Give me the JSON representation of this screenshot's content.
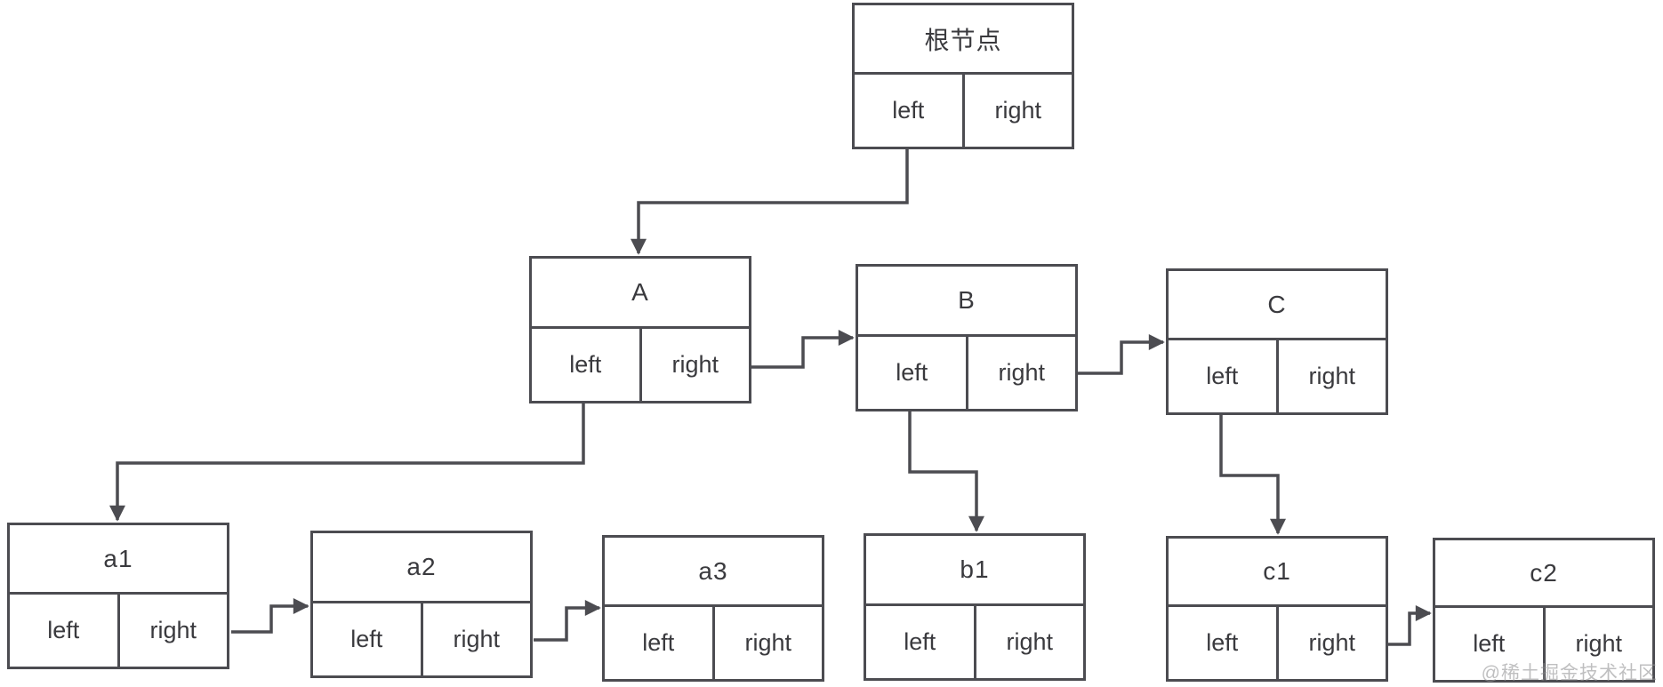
{
  "diagram": {
    "description": "binary-tree linked-node diagram, each node has left and right pointer cells",
    "pointer_labels": {
      "left": "left",
      "right": "right"
    },
    "nodes": [
      {
        "id": "root",
        "label": "根节点"
      },
      {
        "id": "A",
        "label": "A"
      },
      {
        "id": "B",
        "label": "B"
      },
      {
        "id": "C",
        "label": "C"
      },
      {
        "id": "a1",
        "label": "a1"
      },
      {
        "id": "a2",
        "label": "a2"
      },
      {
        "id": "a3",
        "label": "a3"
      },
      {
        "id": "b1",
        "label": "b1"
      },
      {
        "id": "c1",
        "label": "c1"
      },
      {
        "id": "c2",
        "label": "c2"
      }
    ],
    "edges": [
      {
        "from": "root.left",
        "to": "A"
      },
      {
        "from": "A.right",
        "to": "B"
      },
      {
        "from": "B.right",
        "to": "C"
      },
      {
        "from": "A.left",
        "to": "a1"
      },
      {
        "from": "a1.right",
        "to": "a2"
      },
      {
        "from": "a2.right",
        "to": "a3"
      },
      {
        "from": "B.left",
        "to": "b1"
      },
      {
        "from": "C.left",
        "to": "c1"
      },
      {
        "from": "c1.right",
        "to": "c2"
      }
    ]
  },
  "watermark": {
    "text": "@稀土掘金技术社区"
  },
  "colors": {
    "line": "#4c4c51",
    "text": "#3a3a3e",
    "background": "#ffffff"
  }
}
